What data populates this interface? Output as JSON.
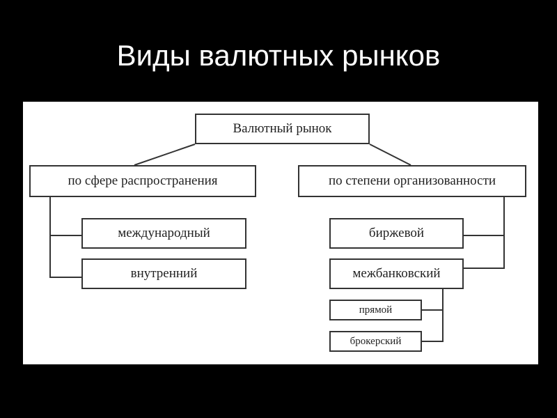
{
  "title": "Виды валютных рынков",
  "diagram": {
    "root": "Валютный рынок",
    "left": {
      "label": "по сфере распространения",
      "children": [
        "международный",
        "внутренний"
      ]
    },
    "right": {
      "label": "по степени организованности",
      "children": [
        "биржевой",
        "межбанковский"
      ],
      "interbank_children": [
        "прямой",
        "брокерский"
      ]
    }
  }
}
